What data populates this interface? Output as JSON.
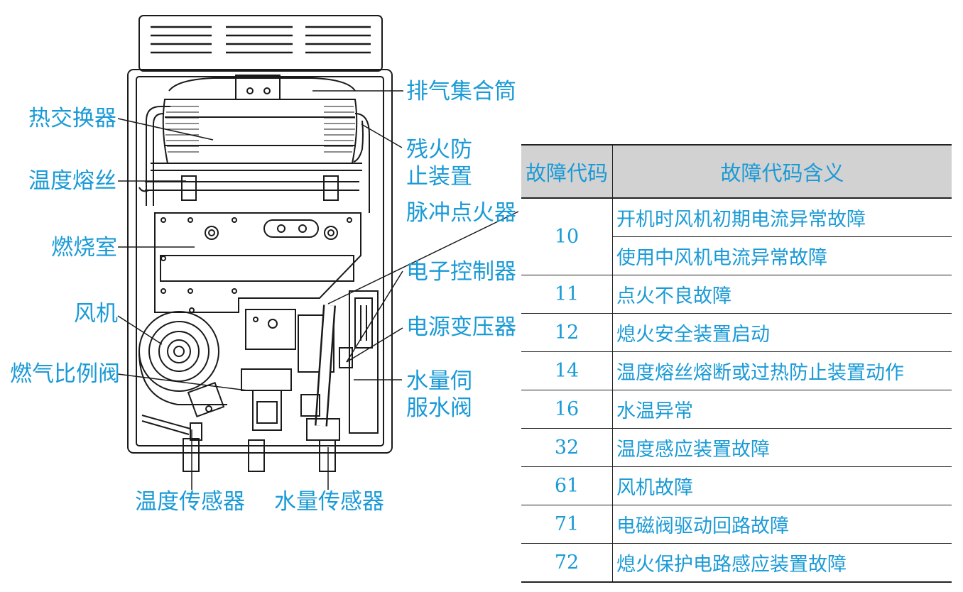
{
  "labels": {
    "exhaust": "排气集合筒",
    "heat_exchanger": "热交换器",
    "residual_fire_1": "残火防",
    "residual_fire_2": "止装置",
    "temp_fuse": "温度熔丝",
    "pulse_igniter": "脉冲点火器",
    "combustion_chamber": "燃烧室",
    "controller": "电子控制器",
    "fan": "风机",
    "transformer": "电源变压器",
    "gas_valve": "燃气比例阀",
    "water_servo_1": "水量伺",
    "water_servo_2": "服水阀",
    "temp_sensor": "温度传感器",
    "water_sensor": "水量传感器"
  },
  "table": {
    "header_code": "故障代码",
    "header_meaning": "故障代码含义",
    "rows": [
      {
        "code": "10",
        "meanings": [
          "开机时风机初期电流异常故障",
          "使用中风机电流异常故障"
        ]
      },
      {
        "code": "11",
        "meanings": [
          "点火不良故障"
        ]
      },
      {
        "code": "12",
        "meanings": [
          "熄火安全装置启动"
        ]
      },
      {
        "code": "14",
        "meanings": [
          "温度熔丝熔断或过热防止装置动作"
        ]
      },
      {
        "code": "16",
        "meanings": [
          "水温异常"
        ]
      },
      {
        "code": "32",
        "meanings": [
          "温度感应装置故障"
        ]
      },
      {
        "code": "61",
        "meanings": [
          "风机故障"
        ]
      },
      {
        "code": "71",
        "meanings": [
          "电磁阀驱动回路故障"
        ]
      },
      {
        "code": "72",
        "meanings": [
          "熄火保护电路感应装置故障"
        ]
      }
    ]
  },
  "colors": {
    "label": "#1a9ad6",
    "line": "#1a1a1a",
    "header_bg": "#d2d2d2"
  }
}
